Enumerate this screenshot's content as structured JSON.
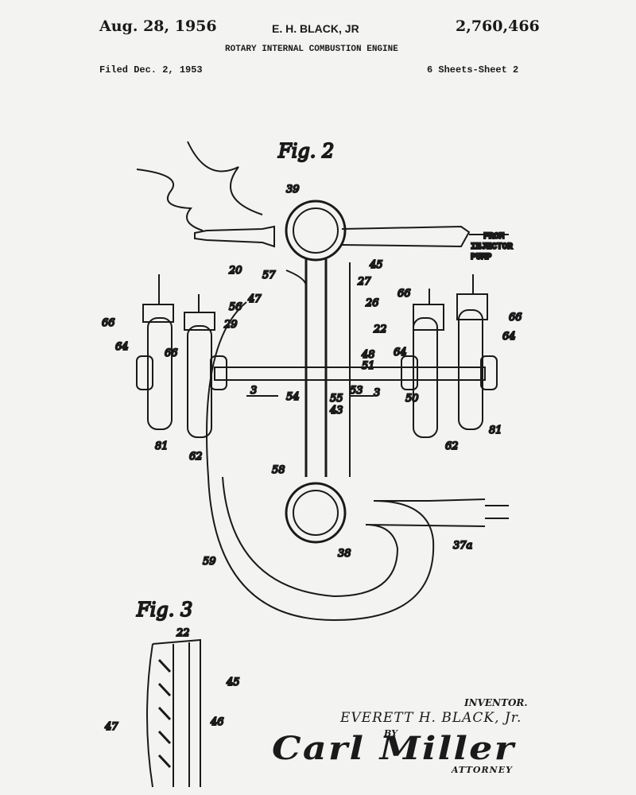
{
  "header": {
    "date": "Aug. 28, 1956",
    "inventor": "E. H. BLACK, JR",
    "patent_number": "2,760,466",
    "title": "ROTARY INTERNAL COMBUSTION ENGINE",
    "filed": "Filed Dec. 2, 1953",
    "sheets": "6 Sheets-Sheet 2"
  },
  "figures": {
    "fig2": {
      "label": "Fig. 2",
      "source_note": [
        "FROM",
        "INJECTOR",
        "PUMP"
      ],
      "refs": [
        "39",
        "20",
        "45",
        "57",
        "27",
        "47",
        "56",
        "26",
        "29",
        "22",
        "48",
        "66",
        "64",
        "66",
        "64",
        "66",
        "64",
        "66",
        "64",
        "51",
        "3",
        "54",
        "55",
        "53",
        "3",
        "50",
        "43",
        "81",
        "62",
        "62",
        "81",
        "58",
        "38",
        "37a",
        "59"
      ]
    },
    "fig3": {
      "label": "Fig. 3",
      "refs": [
        "22",
        "45",
        "46",
        "47"
      ]
    }
  },
  "signature": {
    "inventor_label": "INVENTOR.",
    "inventor_name": "EVERETT H. BLACK, Jr.",
    "by": "BY",
    "attorney_signature": "Carl Miller",
    "attorney_label": "ATTORNEY"
  }
}
